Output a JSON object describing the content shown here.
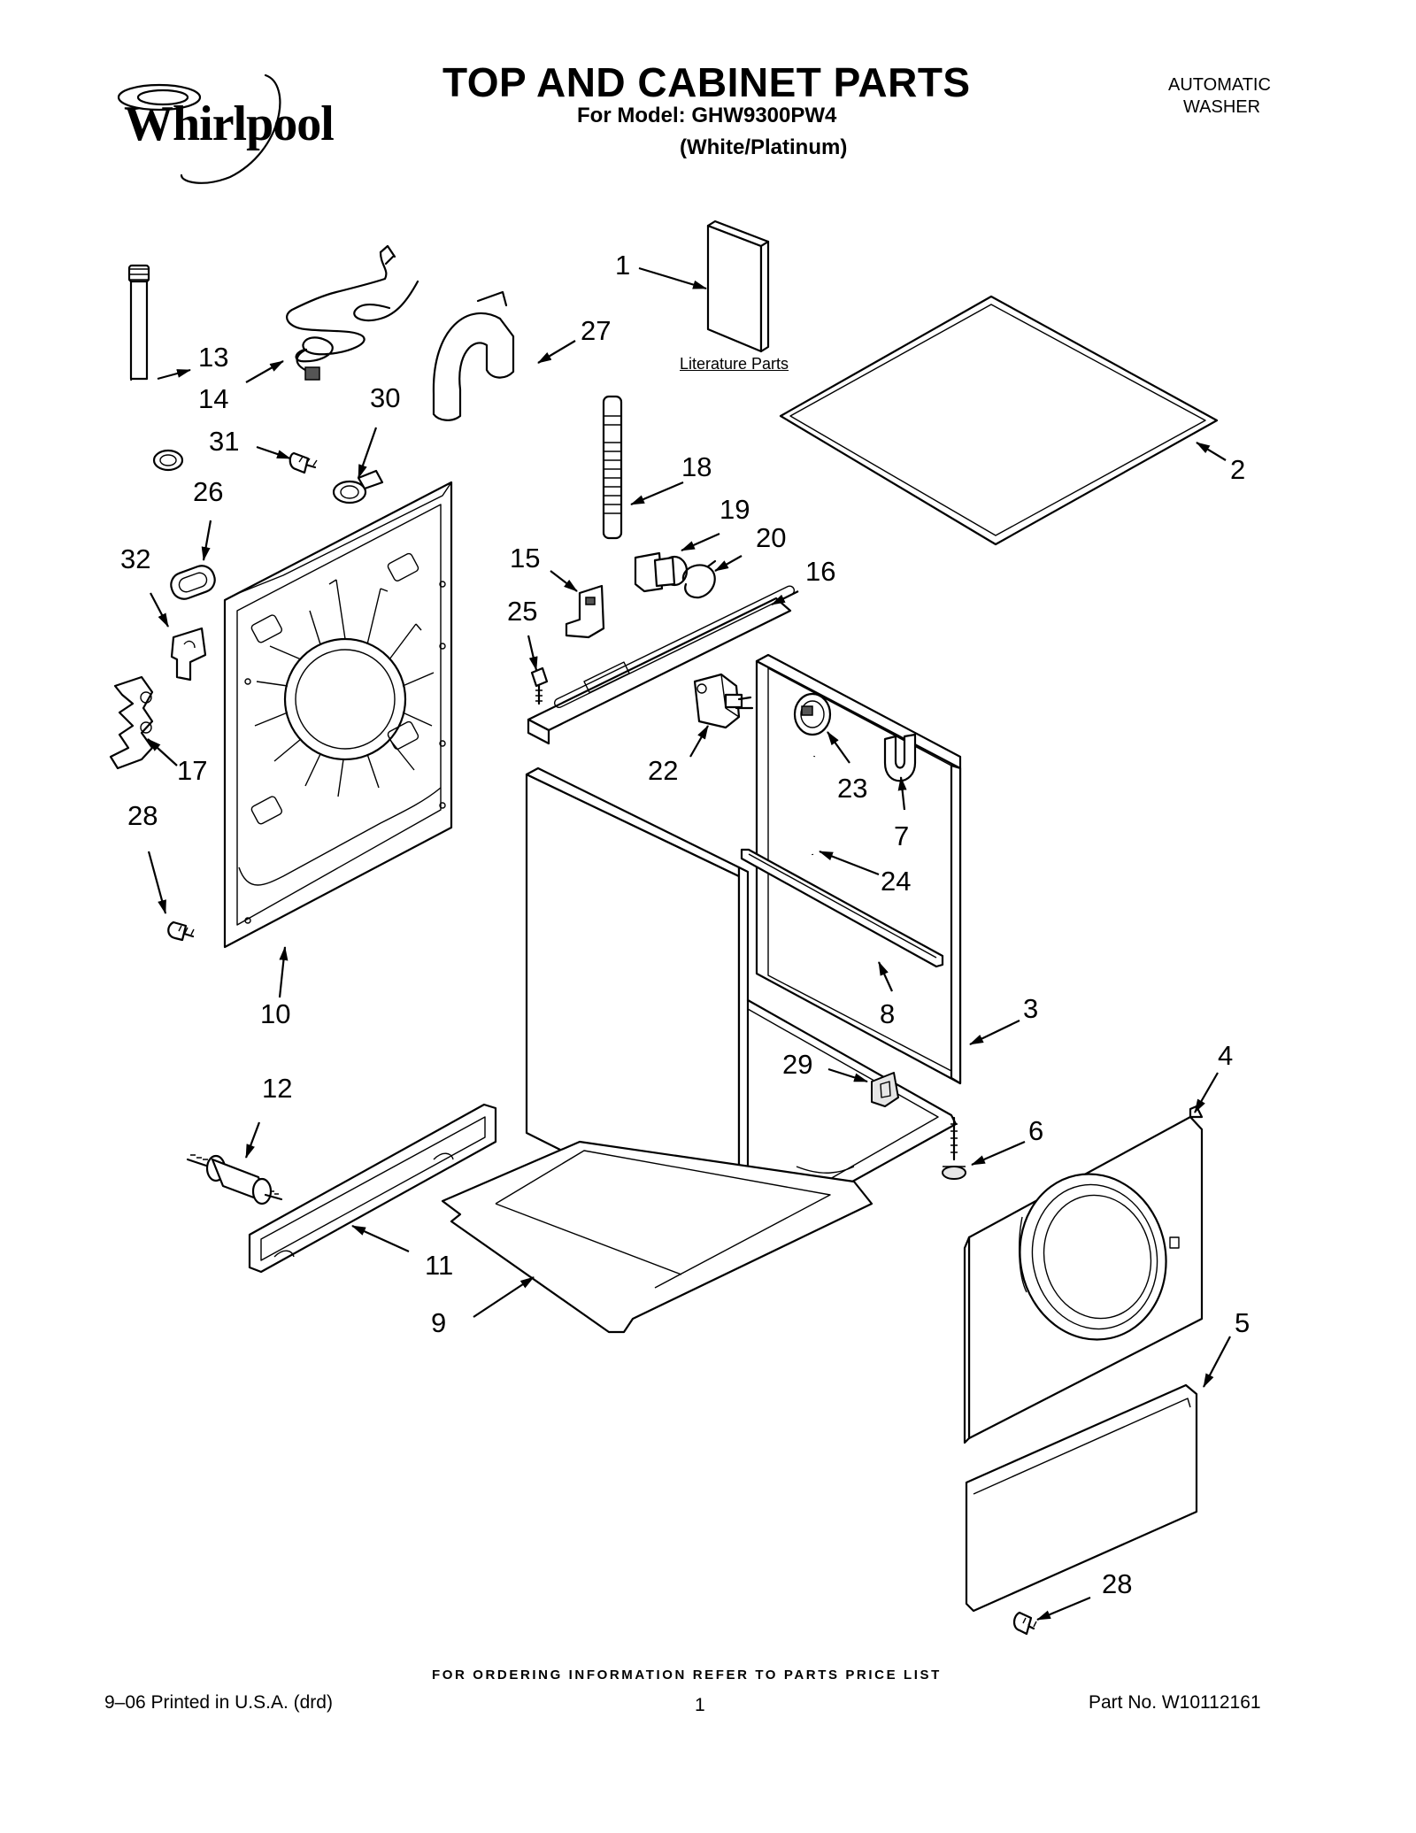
{
  "header": {
    "brand": "Whirlpool",
    "title": "TOP AND CABINET PARTS",
    "model_line": "For Model: GHW9300PW4",
    "finish_line": "(White/Platinum)",
    "category_line1": "AUTOMATIC",
    "category_line2": "WASHER"
  },
  "diagram": {
    "literature_label": "Literature Parts",
    "callouts": [
      "1",
      "2",
      "3",
      "4",
      "5",
      "6",
      "7",
      "8",
      "9",
      "10",
      "11",
      "12",
      "13",
      "14",
      "15",
      "16",
      "17",
      "18",
      "19",
      "20",
      "22",
      "23",
      "24",
      "25",
      "26",
      "27",
      "28",
      "28",
      "29",
      "30",
      "31",
      "32"
    ]
  },
  "footer": {
    "ordering_info": "FOR ORDERING INFORMATION REFER TO PARTS PRICE LIST",
    "print_info": "9–06 Printed in U.S.A. (drd)",
    "page_number": "1",
    "part_number": "Part No. W10112161"
  }
}
